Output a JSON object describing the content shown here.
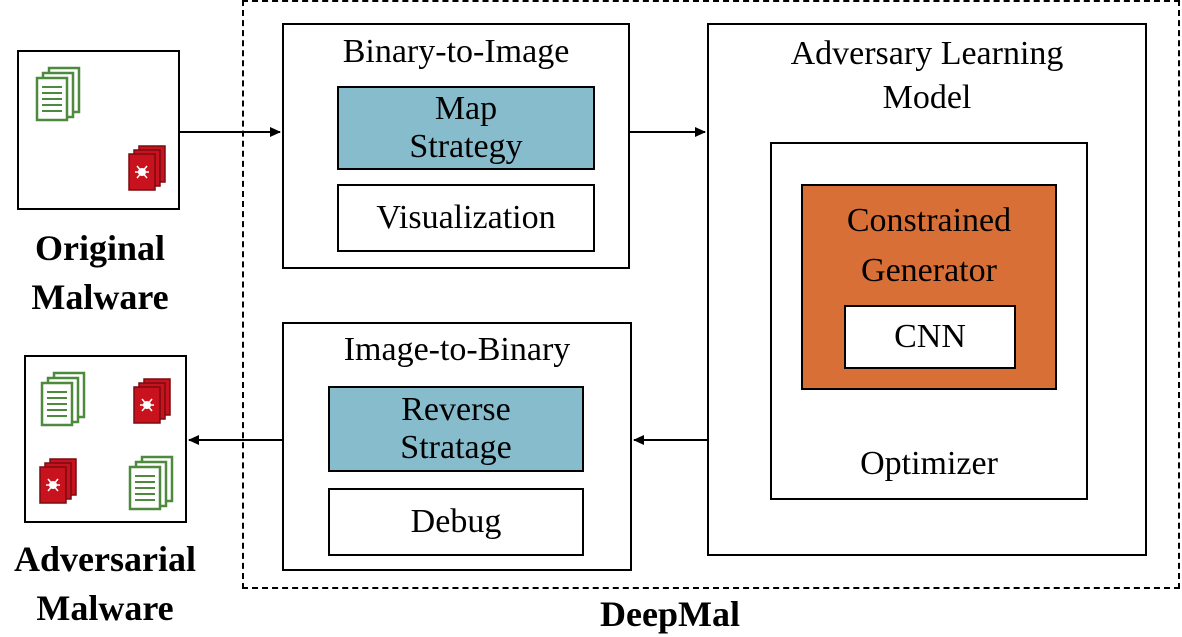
{
  "system": {
    "label": "DeepMal"
  },
  "original_malware": {
    "label_line1": "Original",
    "label_line2": "Malware"
  },
  "adversarial_malware": {
    "label_line1": "Adversarial",
    "label_line2": "Malware"
  },
  "binary_to_image": {
    "title": "Binary-to-Image",
    "map_strategy_line1": "Map",
    "map_strategy_line2": "Strategy",
    "visualization": "Visualization"
  },
  "image_to_binary": {
    "title": "Image-to-Binary",
    "reverse_line1": "Reverse",
    "reverse_line2": "Stratage",
    "debug": "Debug"
  },
  "adversary_learning": {
    "title_line1": "Adversary Learning",
    "title_line2": "Model",
    "generator_line1": "Constrained",
    "generator_line2": "Generator",
    "cnn": "CNN",
    "optimizer": "Optimizer"
  },
  "colors": {
    "strategy_fill": "#86bccc",
    "generator_fill": "#d86f37",
    "document_icon": "#4e8a3e",
    "malware_icon": "#c8121d"
  }
}
